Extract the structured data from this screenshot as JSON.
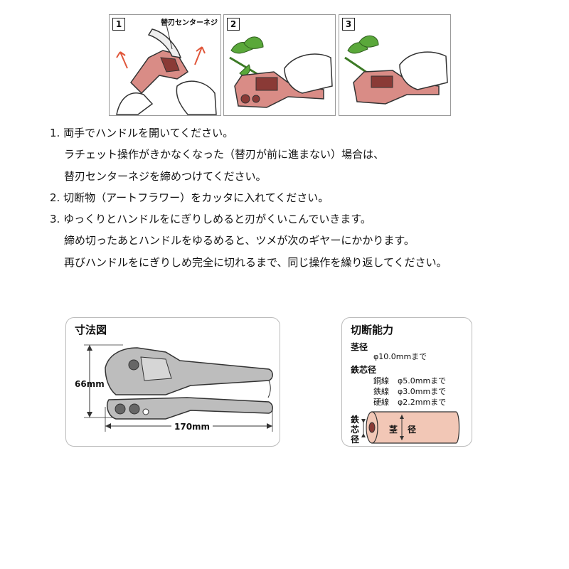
{
  "steps": [
    {
      "number": "1",
      "callout": "替刃センターネジ"
    },
    {
      "number": "2"
    },
    {
      "number": "3"
    }
  ],
  "instructions": [
    "1. 両手でハンドルを開いてください。",
    "ラチェット操作がきかなくなった（替刃が前に進まない）場合は、",
    "替刃センターネジを締めつけてください。",
    "2. 切断物（アートフラワー）をカッタに入れてください。",
    "3. ゆっくりとハンドルをにぎりしめると刃がくいこんでいきます。",
    "締め切ったあとハンドルをゆるめると、ツメが次のギヤーにかかります。",
    "再びハンドルをにぎりしめ完全に切れるまで、同じ操作を繰り返してください。"
  ],
  "dimensions": {
    "title": "寸法図",
    "height": "66mm",
    "length": "170mm"
  },
  "capacity": {
    "title": "切断能力",
    "stem_label": "茎径",
    "stem_value": "φ10.0mmまで",
    "core_label": "鉄芯径",
    "rows": [
      {
        "label": "銅線",
        "value": "φ5.0mmまで"
      },
      {
        "label": "鉄線",
        "value": "φ3.0mmまで"
      },
      {
        "label": "硬線",
        "value": "φ2.2mmまで"
      }
    ],
    "diagram_core_chars": [
      "鉄",
      "芯",
      "径"
    ],
    "diagram_stem_chars": [
      "茎",
      "径"
    ]
  },
  "colors": {
    "tool_body": "#d98c86",
    "tool_dark": "#8a3a36",
    "stem_fill": "#f2c7b6",
    "leaf": "#5aa83a",
    "tool_gray": "#bdbdbd"
  }
}
